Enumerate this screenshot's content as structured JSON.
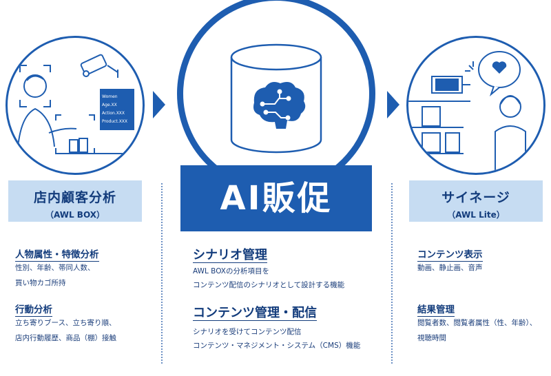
{
  "left": {
    "tag_lines": [
      "Women",
      "Age.XX",
      "Action.XXX",
      "Product.XXX"
    ],
    "header_title": "店内顧客分析",
    "header_sub": "（AWL BOX）",
    "sections": [
      {
        "title": "人物属性・特徴分析",
        "lines": [
          "性別、年齢、帯同人数、",
          "買い物カゴ所持"
        ]
      },
      {
        "title": "行動分析",
        "lines": [
          "立ち寄りブース、立ち寄り順、",
          "店内行動履歴、商品（棚）接触"
        ]
      }
    ]
  },
  "center": {
    "banner": "AI販促",
    "sections": [
      {
        "title": "シナリオ管理",
        "lines": [
          "AWL BOXの分析項目を",
          "コンテンツ配信のシナリオとして設計する機能"
        ]
      },
      {
        "title": "コンテンツ管理・配信",
        "lines": [
          "シナリオを受けてコンテンツ配信",
          "コンテンツ・マネジメント・システム（CMS）機能"
        ]
      }
    ]
  },
  "right": {
    "header_title": "サイネージ",
    "header_sub": "（AWL Lite）",
    "sections": [
      {
        "title": "コンテンツ表示",
        "lines": [
          "動画、静止画、音声"
        ]
      },
      {
        "title": "結果管理",
        "lines": [
          "閲覧者数、閲覧者属性（性、年齢）、",
          "視聴時間"
        ]
      }
    ]
  },
  "colors": {
    "primary": "#1e5db0",
    "light": "#c6dcf2",
    "text": "#133c7c"
  }
}
